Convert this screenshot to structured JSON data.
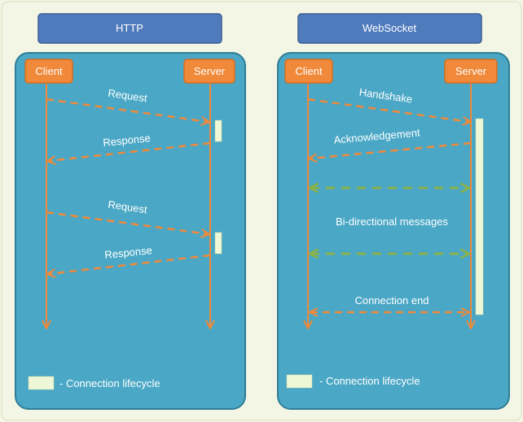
{
  "http": {
    "title": "HTTP",
    "client_label": "Client",
    "server_label": "Server",
    "messages": [
      "Request",
      "Response",
      "Request",
      "Response"
    ],
    "legend": "- Connection lifecycle"
  },
  "websocket": {
    "title": "WebSocket",
    "client_label": "Client",
    "server_label": "Server",
    "handshake": "Handshake",
    "acknowledgement": "Acknowledgement",
    "bidirectional": "Bi-directional messages",
    "connection_end": "Connection end",
    "legend": "- Connection lifecycle"
  },
  "colors": {
    "page_bg": "#f3f6e4",
    "panel_fill": "#4aa7c5",
    "header_fill": "#4f7bbd",
    "node_fill": "#f0893a",
    "arrow_orange": "#f0893a",
    "arrow_green": "#8ab14a",
    "lifecycle_fill": "#eef8d6"
  }
}
